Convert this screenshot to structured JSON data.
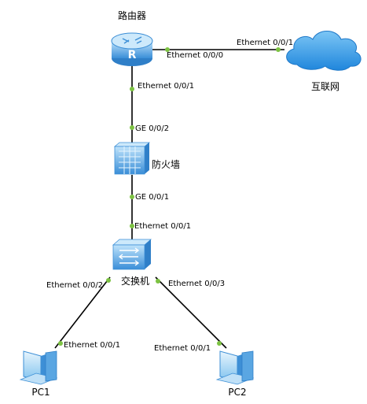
{
  "devices": {
    "router": "路由器",
    "internet": "互联网",
    "firewall": "防火墙",
    "switch": "交换机",
    "pc1": "PC1",
    "pc2": "PC2"
  },
  "ports": {
    "router_to_internet": "Ethernet 0/0/0",
    "internet_side": "Ethernet 0/0/1",
    "router_to_firewall": "Ethernet 0/0/1",
    "firewall_top": "GE 0/0/2",
    "firewall_bottom": "GE 0/0/1",
    "switch_top": "Ethernet 0/0/1",
    "switch_left": "Ethernet 0/0/2",
    "switch_right": "Ethernet 0/0/3",
    "pc1_port": "Ethernet 0/0/1",
    "pc2_port": "Ethernet 0/0/1"
  },
  "colors": {
    "port_dot": "#7cc242",
    "device_blue": "#3d8fd6",
    "device_light": "#bfe0f7",
    "cloud_blue": "#3399e6"
  }
}
